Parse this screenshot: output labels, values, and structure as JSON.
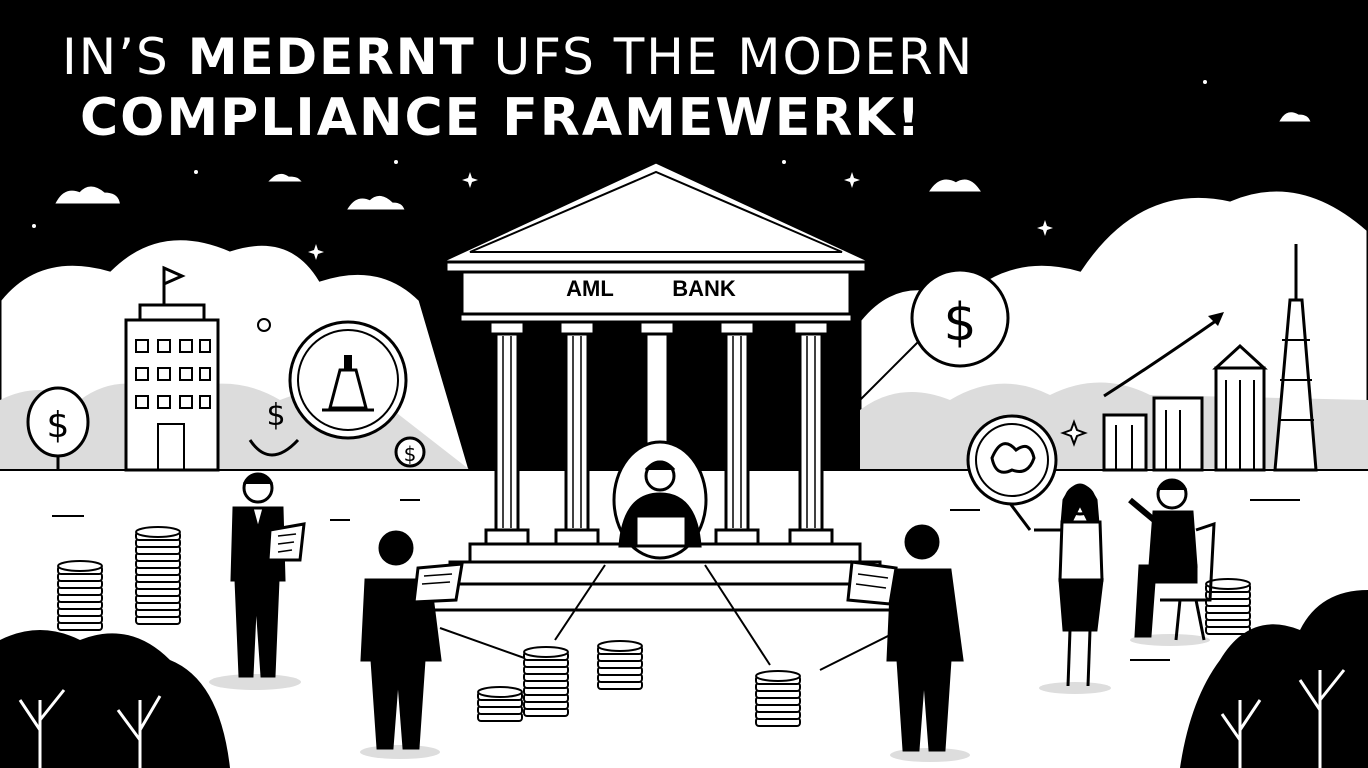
{
  "headline": {
    "line1_part1": "IN’S",
    "line1_part2": "MEDERNT",
    "line1_part3": "UFS THE MODERN",
    "line2": "COMPLIANCE FRAMEWERK!"
  },
  "bank_sign": {
    "left": "AML",
    "right": "BANK"
  },
  "coin_symbol": "$",
  "colors": {
    "ink": "#000000",
    "paper": "#ffffff",
    "haze": "#d9d9d9"
  }
}
